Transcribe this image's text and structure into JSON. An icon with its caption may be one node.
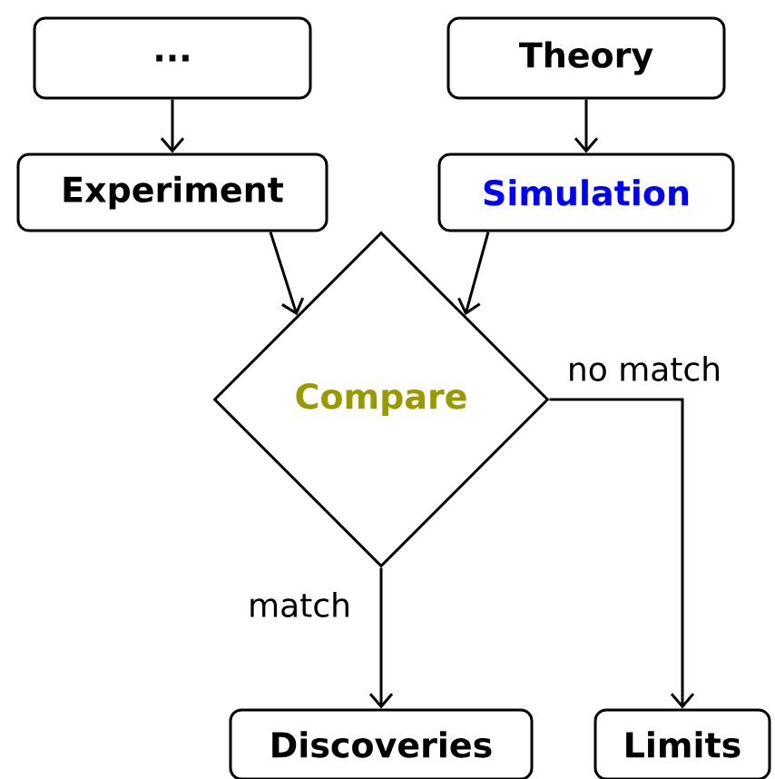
{
  "diagram": {
    "nodes": [
      {
        "text": [
          "..."
        ]
      },
      {
        "text": [
          "Theory"
        ]
      },
      {
        "text": [
          "Experiment"
        ]
      },
      {
        "text": [
          "Simulation"
        ]
      },
      {
        "text": [
          "Compare"
        ]
      },
      {
        "text": [
          "Discoveries"
        ]
      },
      {
        "text": [
          "Limits"
        ]
      }
    ],
    "edges": [
      {
        "from": 0,
        "to": 2,
        "arrow": "to"
      },
      {
        "from": 1,
        "to": 3,
        "arrow": "to"
      },
      {
        "from": 2,
        "to": 4,
        "arrow": "to"
      },
      {
        "from": 3,
        "to": 4,
        "arrow": "to"
      },
      {
        "from": 4,
        "to": 5,
        "arrow": "to",
        "label": "match"
      },
      {
        "from": 4,
        "to": 6,
        "arrow": "to",
        "label": "no match"
      }
    ]
  }
}
